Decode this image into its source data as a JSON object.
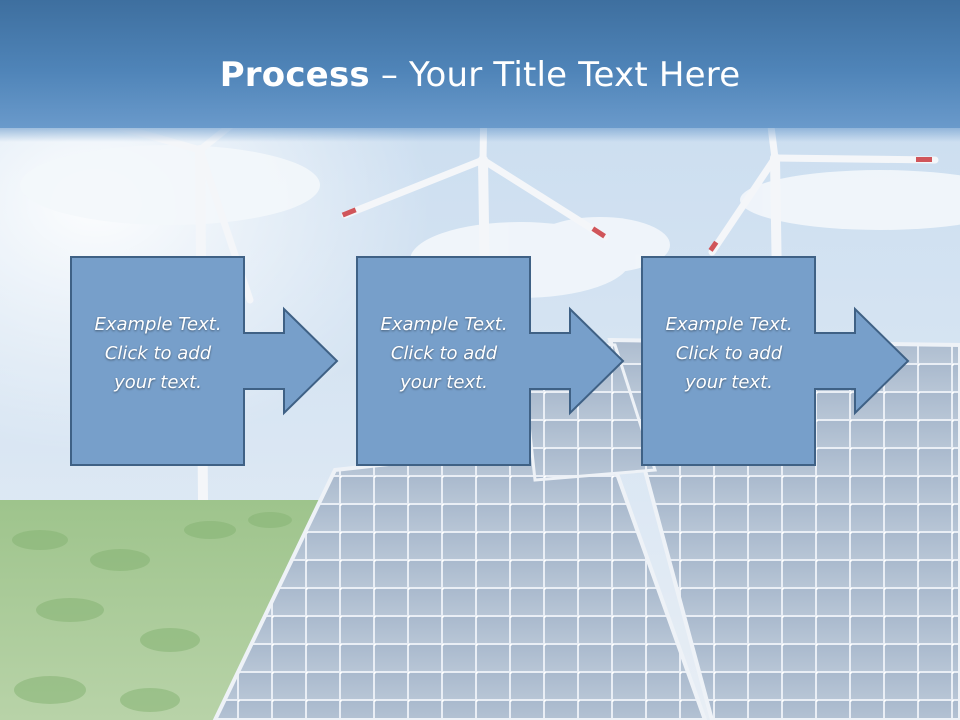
{
  "slide": {
    "title_bold": "Process",
    "title_rest": " – Your Title Text Here"
  },
  "steps": [
    {
      "text": "Example Text.\nClick  to add\nyour text."
    },
    {
      "text": "Example Text.\nClick  to add\nyour text."
    },
    {
      "text": "Example Text.\nClick  to add\nyour text."
    }
  ],
  "colors": {
    "header": "#4f84b8",
    "box_fill": "#779fca",
    "box_border": "#3f6185",
    "text": "#ffffff"
  }
}
